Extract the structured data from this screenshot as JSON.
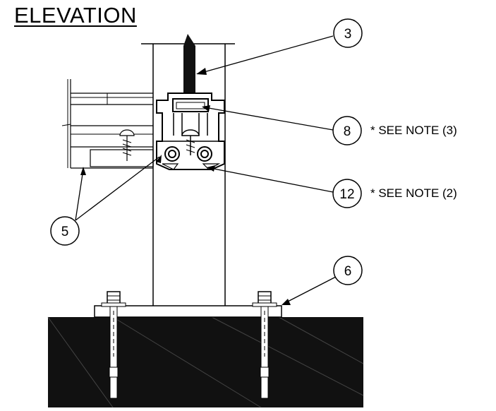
{
  "title": "ELEVATION",
  "callouts": [
    {
      "id": "3"
    },
    {
      "id": "8",
      "note": "* SEE NOTE (3)"
    },
    {
      "id": "12",
      "note": "* SEE NOTE (2)"
    },
    {
      "id": "5"
    },
    {
      "id": "6"
    }
  ],
  "colors": {
    "line": "#000000",
    "concrete": "#111111",
    "paper": "#ffffff"
  }
}
